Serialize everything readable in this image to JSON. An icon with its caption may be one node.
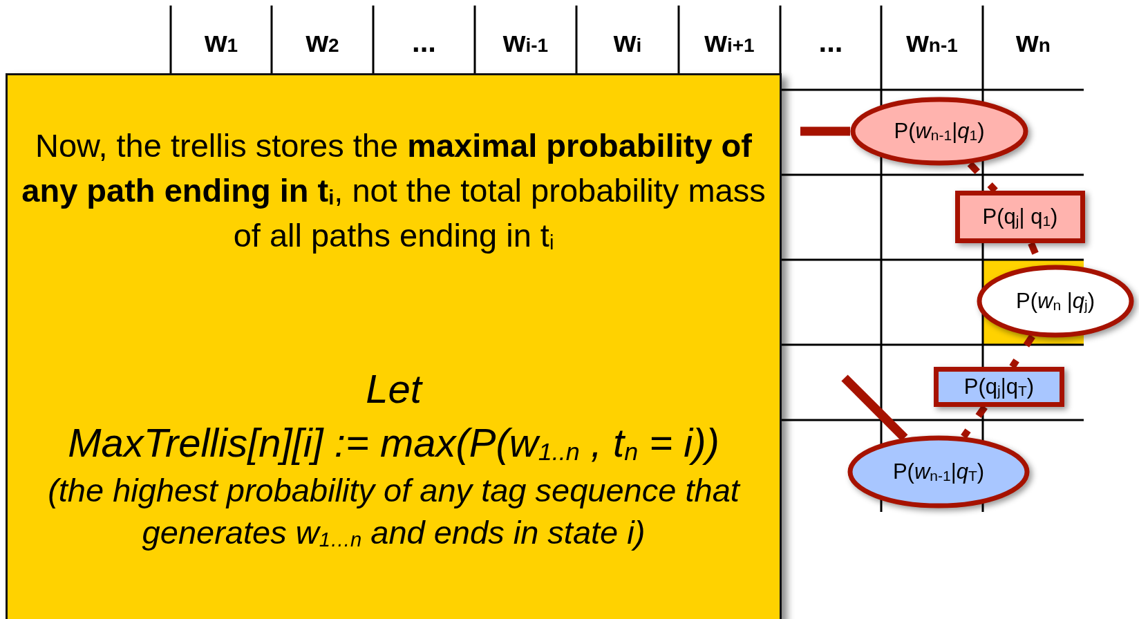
{
  "diagram": {
    "nodes": [
      {
        "text": [
          "Now, the trellis stores the **maximal probability of any path ending in t$_{i}$**, not the total probability mass of all paths ending in t$_{i}$",
          "Let",
          "MaxTrellis[n][i] := max(P(w$_{1..n}$ , t$_{n}$ = i))",
          "(the highest probability of any tag sequence that generates w$_{1…n}$ and ends in state i)"
        ]
      },
      {
        "text": [
          "P(*w*$_{n-1}$|*q*$_{1}$)"
        ]
      },
      {
        "text": [
          "P(q$_{j}$| q$_{1}$)"
        ]
      },
      {
        "text": [
          "P(*w*$_{n}$ |*q*$_{j}$)"
        ]
      },
      {
        "text": [
          "P(q$_{j}$|q$_{T}$)"
        ]
      },
      {
        "text": [
          "P(*w*$_{n-1}$|*q*$_{T}$)"
        ]
      }
    ],
    "edges": [
      {
        "from": null,
        "to": 1,
        "arrow": "none"
      },
      {
        "from": 1,
        "to": 2,
        "arrow": "none",
        "style": "dashed"
      },
      {
        "from": 2,
        "to": 3,
        "arrow": "none",
        "style": "dashed"
      },
      {
        "from": 3,
        "to": 4,
        "arrow": "none",
        "style": "dashed"
      },
      {
        "from": 4,
        "to": 5,
        "arrow": "none",
        "style": "dashed"
      },
      {
        "from": null,
        "to": 5,
        "arrow": "none"
      }
    ],
    "labels": [
      "w$_{1}$",
      "w$_{2}$",
      "...",
      "w$_{i-1}$",
      "w$_{i}$",
      "w$_{i+1}$",
      "...",
      "w$_{n-1}$",
      "w$_{n}$"
    ]
  }
}
